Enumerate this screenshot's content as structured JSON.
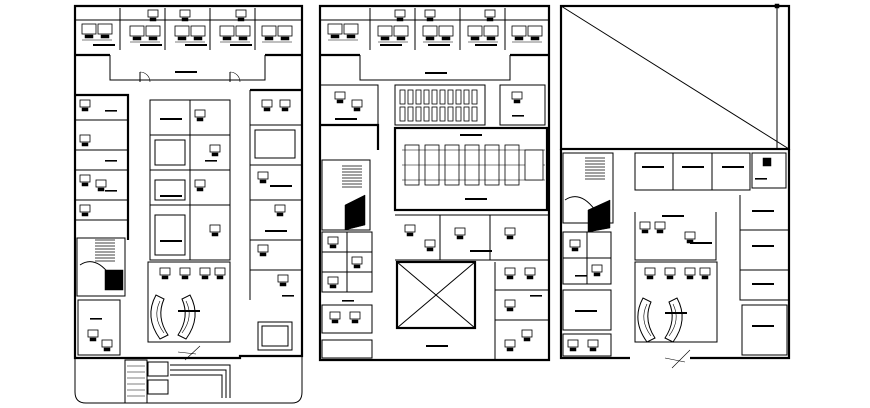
{
  "drawing": {
    "plans": [
      {
        "id": "plan-ground"
      },
      {
        "id": "plan-first"
      },
      {
        "id": "plan-second"
      }
    ],
    "line_color": "#000000",
    "background_color": "#ffffff"
  }
}
